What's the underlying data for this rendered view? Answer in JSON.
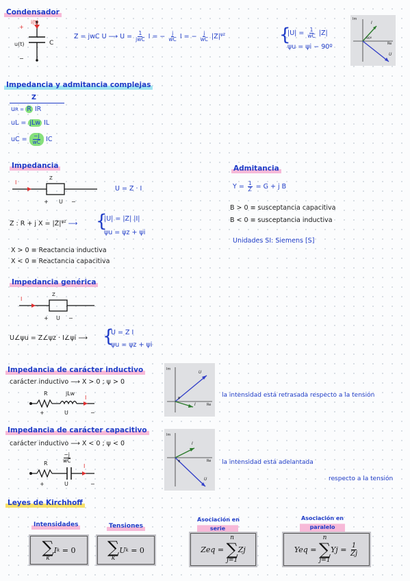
{
  "condensador": {
    "title": "Condensador",
    "label_i": "i(t)",
    "label_u": "u(t)",
    "label_c": "C",
    "eq_main": "Z = jwC U ⟶ U = ",
    "frac_1_n": "1",
    "frac_1_d": "jwC",
    "eq_mid1": " I = − ",
    "frac_2_n": "j",
    "frac_2_d": "wC",
    "eq_mid2": " I = − ",
    "frac_3_n": "j",
    "frac_3_d": "wC",
    "eq_end": " |Z|",
    "eq_exp": "ψz",
    "res_1a": "|U| = ",
    "res_1_n": "1",
    "res_1_d": "wC",
    "res_1b": " |Z|",
    "res_2": "ψu = ψi − 90º",
    "phasor": {
      "im": "Im",
      "re": "Re",
      "i": "I",
      "u": "U",
      "ang": "90º"
    }
  },
  "impedancia_compleja": {
    "title": "Impedancia y admitancia complejas",
    "top": "Z",
    "r_1": "u",
    "r_1b": "R = ",
    "r_1c": "R",
    "r_1d": "IR",
    "r_2a": "uL = ",
    "r_2b": "jLw",
    "r_2c": "IL",
    "r_3a": "uC = ",
    "r_3_n": "−j",
    "r_3_d": "wC",
    "r_3c": "IC"
  },
  "impedancia": {
    "title": "Impedancia",
    "i": "I",
    "z": "Z",
    "plus": "+",
    "u": "U",
    "minus": "−",
    "eq": "U = Z · I",
    "z_def": "Z : R + j X = |Z|",
    "z_exp": "ψz",
    "res_1": "|U| = |Z| |I|",
    "res_2": "ψu = ψz + ψi",
    "x_pos": "X > 0 ≡ Reactancia inductiva",
    "x_neg": "X < 0 ≡ Reactancia capacitiva"
  },
  "admitancia": {
    "title": "Admitancia",
    "eq_a": "Y = ",
    "eq_n": "1",
    "eq_d": "Z",
    "eq_b": " = G + j B",
    "b_pos": "B > 0 ≡ susceptancia capacitiva",
    "b_neg": "B < 0 ≡ susceptancia inductiva",
    "unidades": "Unidades SI: Siemens [S]"
  },
  "impedancia_generica": {
    "title": "Impedancia genérica",
    "i": "I",
    "z": "Z",
    "plus": "+",
    "u": "U",
    "minus": "−",
    "eq": "U∠ψu = Z∠ψz · I∠ψi ⟶",
    "res_1": "U = Z I",
    "res_2": "ψu = ψz + ψi"
  },
  "inductivo": {
    "title": "Impedancia de carácter inductivo",
    "cond": "carácter inductivo ⟶ X > 0 ; ψ > 0",
    "r": "R",
    "l": "jLw",
    "i": "I",
    "plus": "+",
    "u": "U",
    "minus": "−",
    "note": "la intensidad está retrasada respecto a la tensión",
    "phasor": {
      "im": "Im",
      "re": "Re",
      "u": "U",
      "i": "I",
      "phi": "φ"
    }
  },
  "capacitivo": {
    "title": "Impedancia de carácter capacitivo",
    "cond": "carácter inductivo ⟶ X < 0 ; ψ < 0",
    "r": "R",
    "c_n": "−j",
    "c_d": "wC",
    "i": "I",
    "plus": "+",
    "u": "U",
    "minus": "−",
    "note_1": "la intensidad está adelantada",
    "note_2": "respecto a la tensión",
    "phasor": {
      "im": "Im",
      "re": "Re",
      "u": "U",
      "i": "I",
      "phi": "φ"
    }
  },
  "kirchhoff": {
    "title": "Leyes de Kirchhoff",
    "h_int": "Intensidades",
    "h_ten": "Tensiones",
    "h_serie_1": "Asociación en",
    "h_serie_2": "serie",
    "h_par_1": "Asociación en",
    "h_par_2": "paralelo",
    "f1_sym": "I",
    "f1_sub": "k",
    "f1_rhs": " = 0",
    "f1_lim": "k",
    "f2_sym": "U",
    "f2_sub": "k",
    "f2_rhs": " = 0",
    "f2_lim": "k",
    "f3_lhs": "Zeq = ",
    "f3_top": "n",
    "f3_bot": "j=1",
    "f3_term": "Zj",
    "f4_lhs": "Yeq = ",
    "f4_top": "n",
    "f4_bot": "j=1",
    "f4_term": "Yj = ",
    "f4_n": "1",
    "f4_d": "Zj"
  }
}
